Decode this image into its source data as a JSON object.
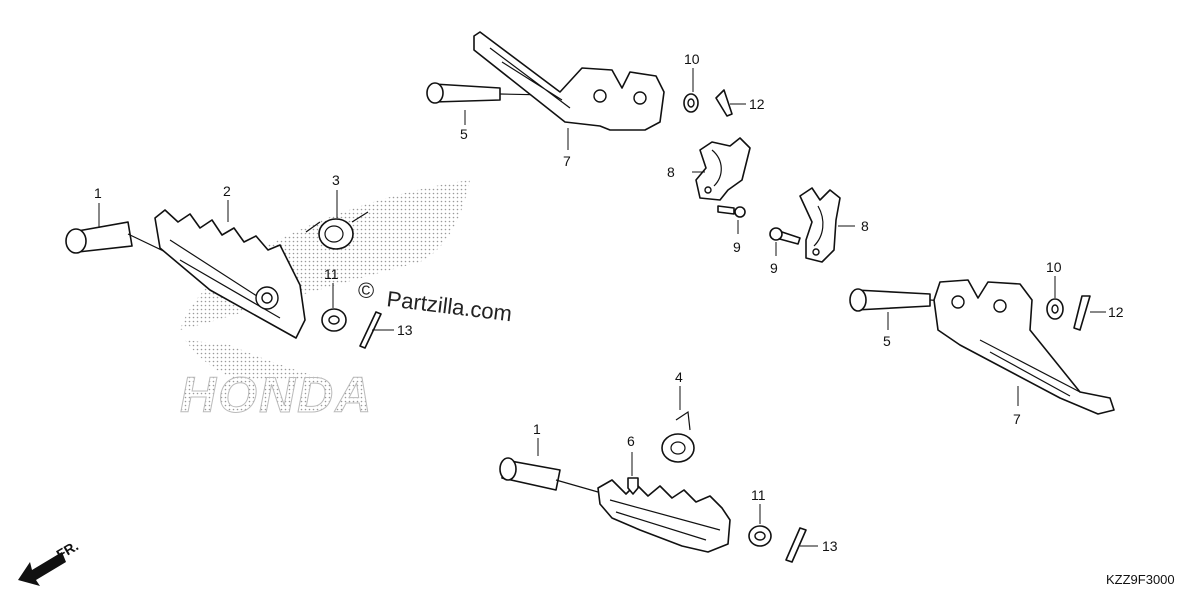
{
  "watermark": {
    "brand_logo": "HONDA",
    "copyright_symbol": "©",
    "site": "Partzilla.com"
  },
  "diagram_code": "KZZ9F3000",
  "front_indicator": "FR.",
  "callouts": {
    "c1a": "1",
    "c1b": "1",
    "c2": "2",
    "c3": "3",
    "c4": "4",
    "c5a": "5",
    "c5b": "5",
    "c6": "6",
    "c7a": "7",
    "c7b": "7",
    "c8a": "8",
    "c8b": "8",
    "c9a": "9",
    "c9b": "9",
    "c10a": "10",
    "c10b": "10",
    "c11a": "11",
    "c11b": "11",
    "c12a": "12",
    "c12b": "12",
    "c13a": "13",
    "c13b": "13"
  }
}
